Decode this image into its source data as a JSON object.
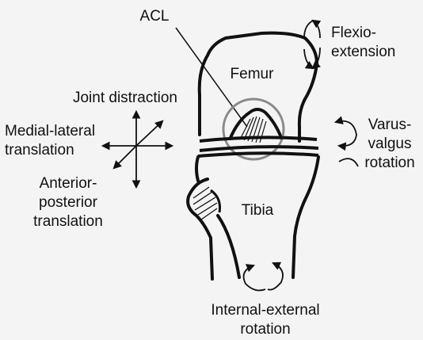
{
  "labels": {
    "acl": "ACL",
    "femur": "Femur",
    "tibia": "Tibia",
    "flexion_l1": "Flexio-",
    "flexion_l2": "extension",
    "joint_distraction": "Joint distraction",
    "medial_l1": "Medial-lateral",
    "medial_l2": "translation",
    "anterior_l1": "Anterior-",
    "anterior_l2": "posterior",
    "anterior_l3": "translation",
    "varus_l1": "Varus-",
    "varus_l2": "valgus",
    "varus_l3": "rotation",
    "internal_l1": "Internal-external",
    "internal_l2": "rotation"
  },
  "colors": {
    "background": "#f4f4f4",
    "outline": "#111111",
    "acl_circle": "#8a8a8a"
  }
}
